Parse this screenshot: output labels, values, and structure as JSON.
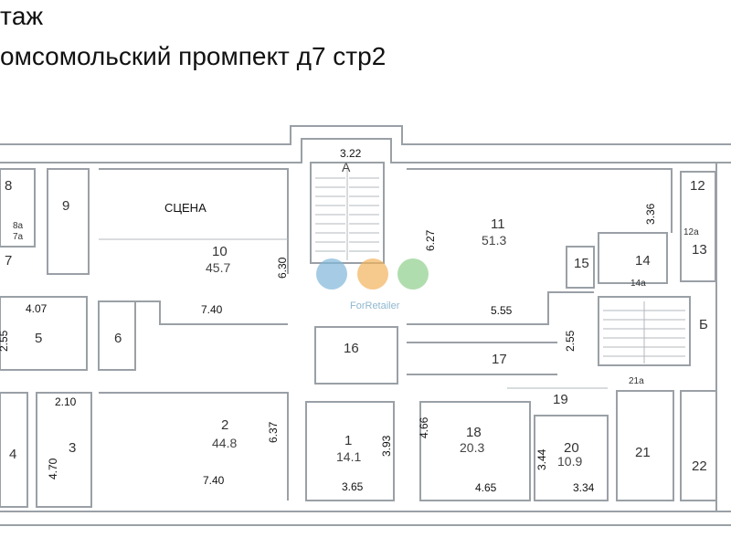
{
  "heading": {
    "line1": "тaж",
    "line2": "омсомольский промпект д7 стр2"
  },
  "stage_label": "СЦЕНА",
  "stair_a_label": "А",
  "stair_b_label": "Б",
  "watermark": {
    "text": "ForRetailer"
  },
  "rooms": {
    "r1": "1",
    "r2": "2",
    "r3": "3",
    "r4": "4",
    "r5": "5",
    "r6": "6",
    "r7": "7",
    "r8": "8",
    "r8a": "8а",
    "r7a": "7а",
    "r9": "9",
    "r10": "10",
    "r11": "11",
    "r12": "12",
    "r12a": "12а",
    "r13": "13",
    "r14": "14",
    "r14a": "14а",
    "r15": "15",
    "r16": "16",
    "r17": "17",
    "r18": "18",
    "r19": "19",
    "r20": "20",
    "r21": "21",
    "r21a": "21а",
    "r22": "22"
  },
  "areas": {
    "a1": "14.1",
    "a2": "44.8",
    "a10": "45.7",
    "a11": "51.3",
    "a18": "20.3",
    "a20": "10.9"
  },
  "dimensions": {
    "d_3_22": "3.22",
    "d_6_27": "6.27",
    "d_3_36": "3.36",
    "d_6_30": "6.30",
    "d_4_07": "4.07",
    "d_2_5x": "2.55",
    "d_7_40_top": "7.40",
    "d_5_55": "5.55",
    "d_2_55": "2.55",
    "d_2_10": "2.10",
    "d_6_37": "6.37",
    "d_3_93": "3.93",
    "d_4_66": "4.66",
    "d_3_44": "3.44",
    "d_4_70": "4.70",
    "d_7_40_bottom": "7.40",
    "d_3_65": "3.65",
    "d_4_65": "4.65",
    "d_3_34": "3.34"
  },
  "colors": {
    "wall": "#9aa0a6",
    "watermark_blue": "#7fb6d8",
    "watermark_orange": "#f2b25b",
    "watermark_green": "#8fcf8a"
  }
}
